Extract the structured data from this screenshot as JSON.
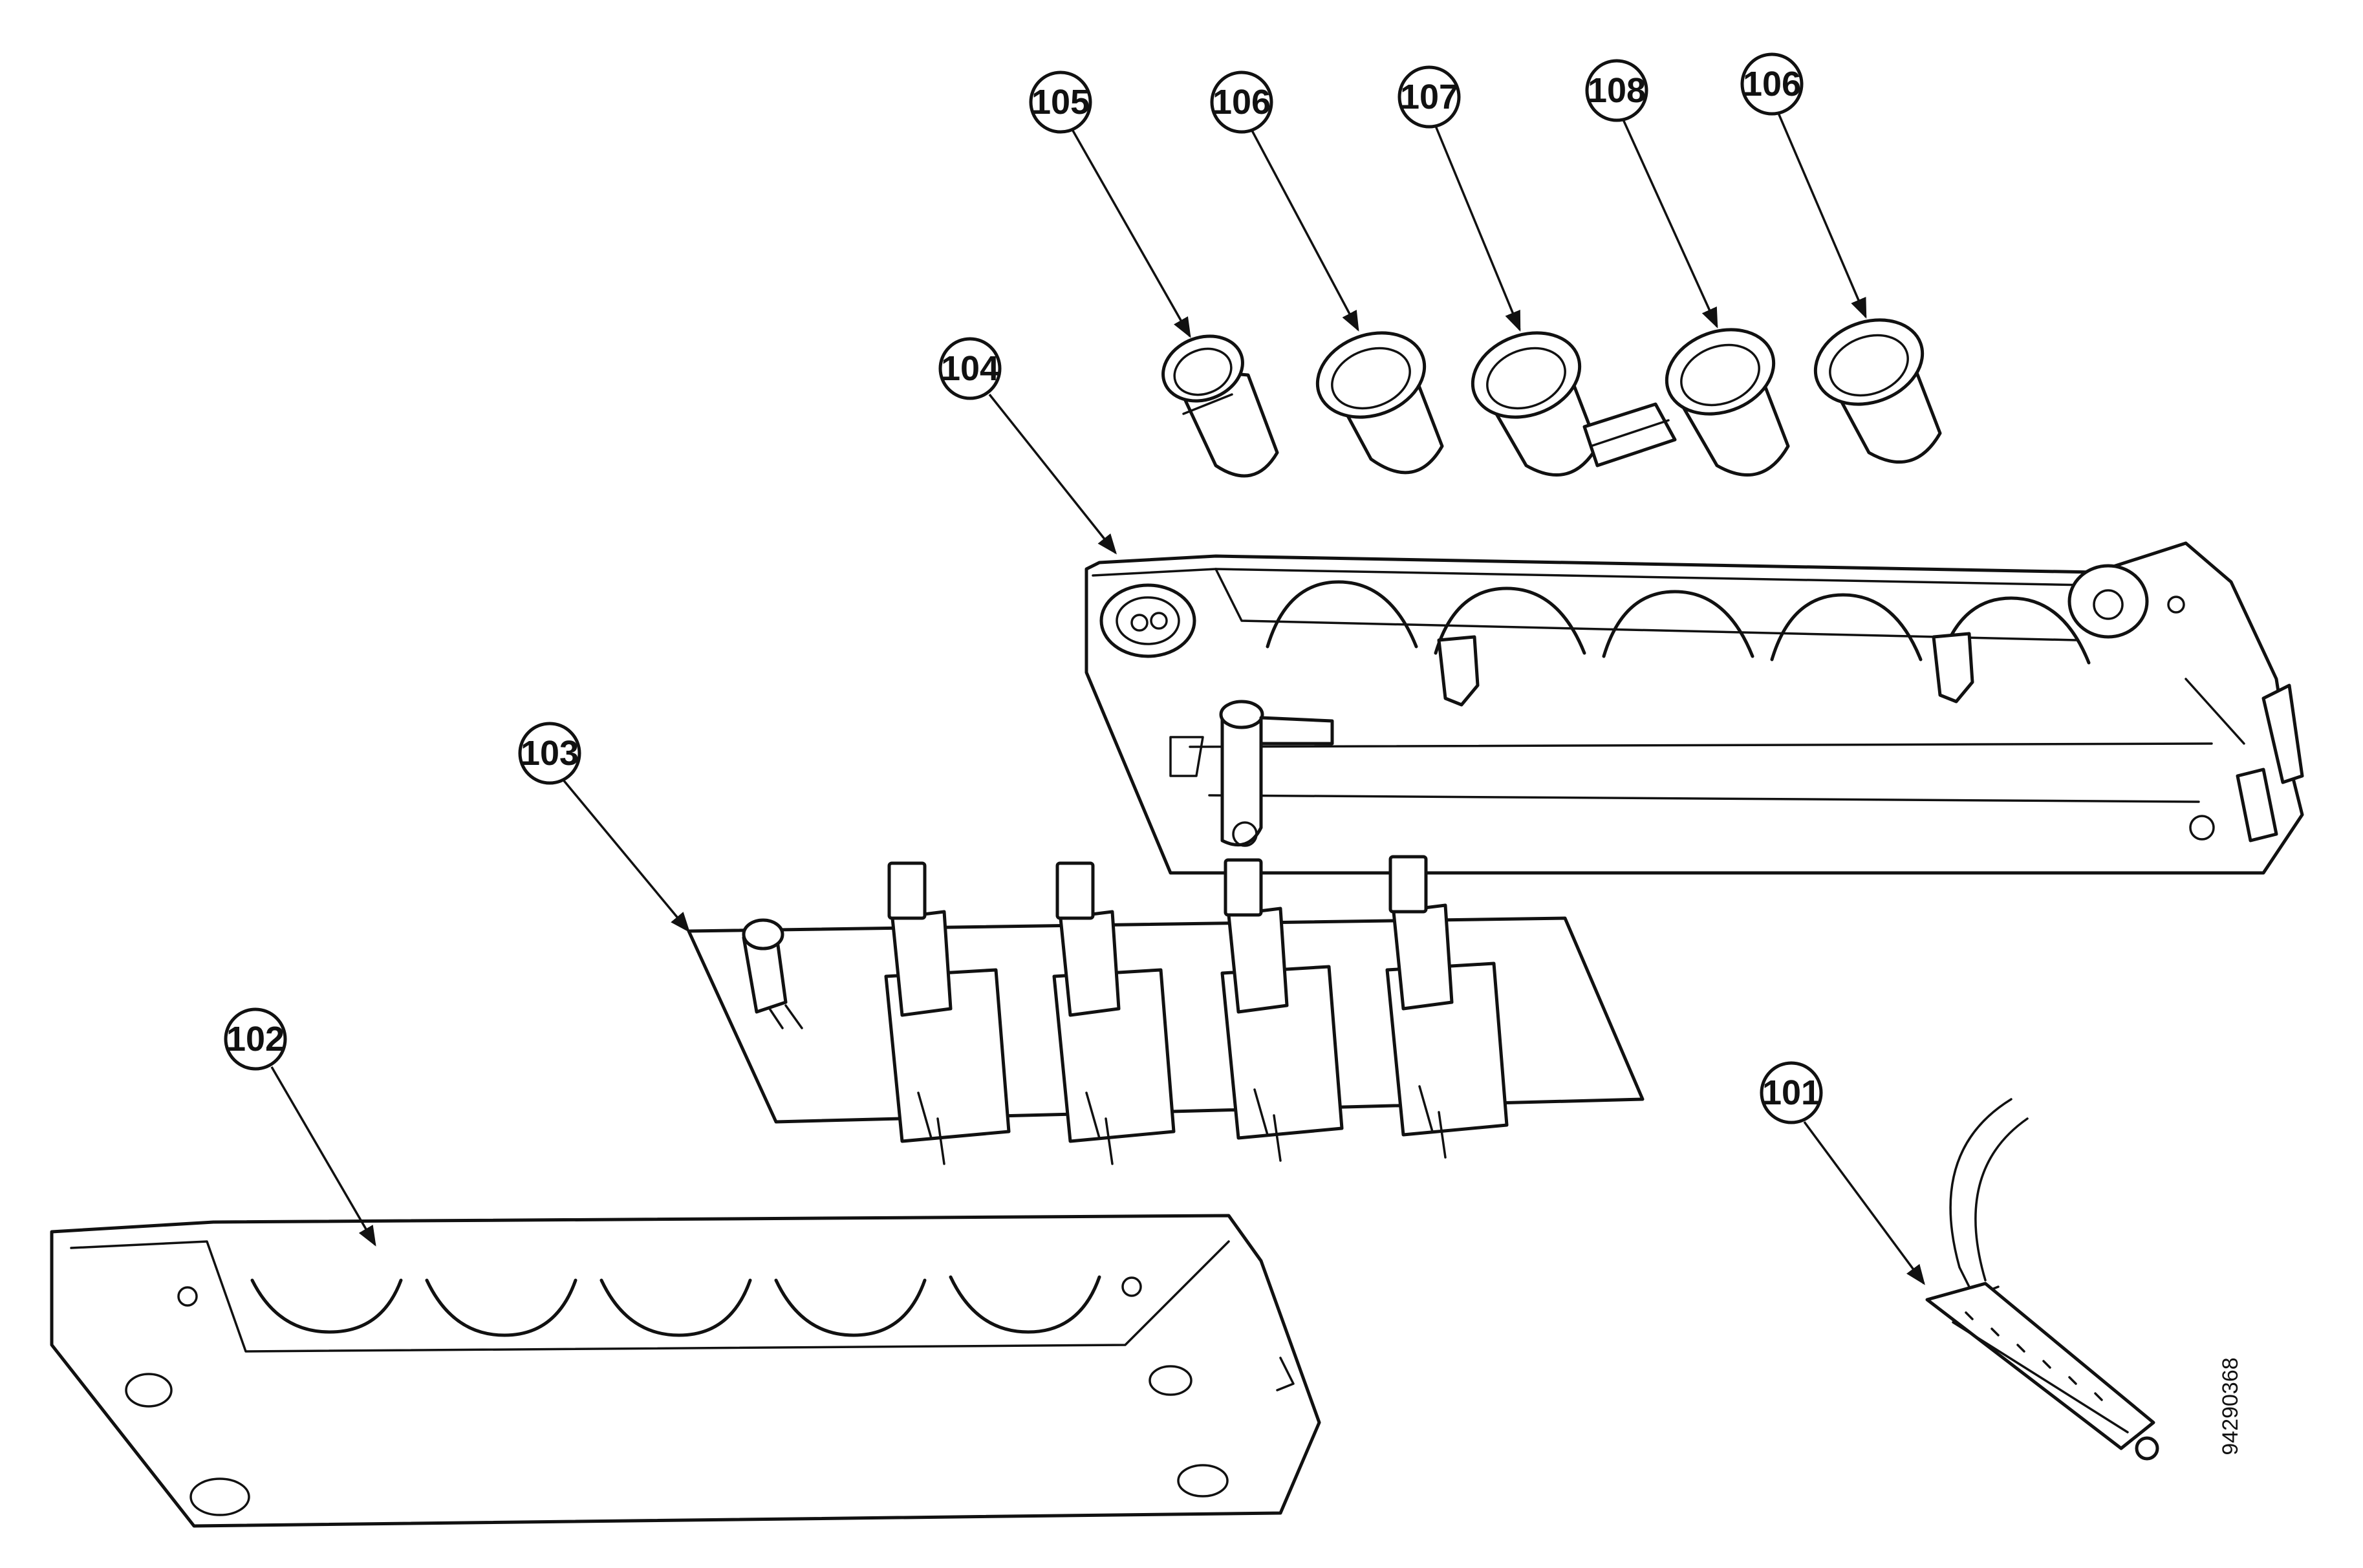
{
  "figure": {
    "document_number": "94290368"
  },
  "callouts": [
    {
      "id": "c101",
      "label": "101"
    },
    {
      "id": "c102",
      "label": "102"
    },
    {
      "id": "c103",
      "label": "103"
    },
    {
      "id": "c104",
      "label": "104"
    },
    {
      "id": "c105",
      "label": "105"
    },
    {
      "id": "c106a",
      "label": "106"
    },
    {
      "id": "c107",
      "label": "107"
    },
    {
      "id": "c108",
      "label": "108"
    },
    {
      "id": "c106b",
      "label": "106"
    }
  ]
}
